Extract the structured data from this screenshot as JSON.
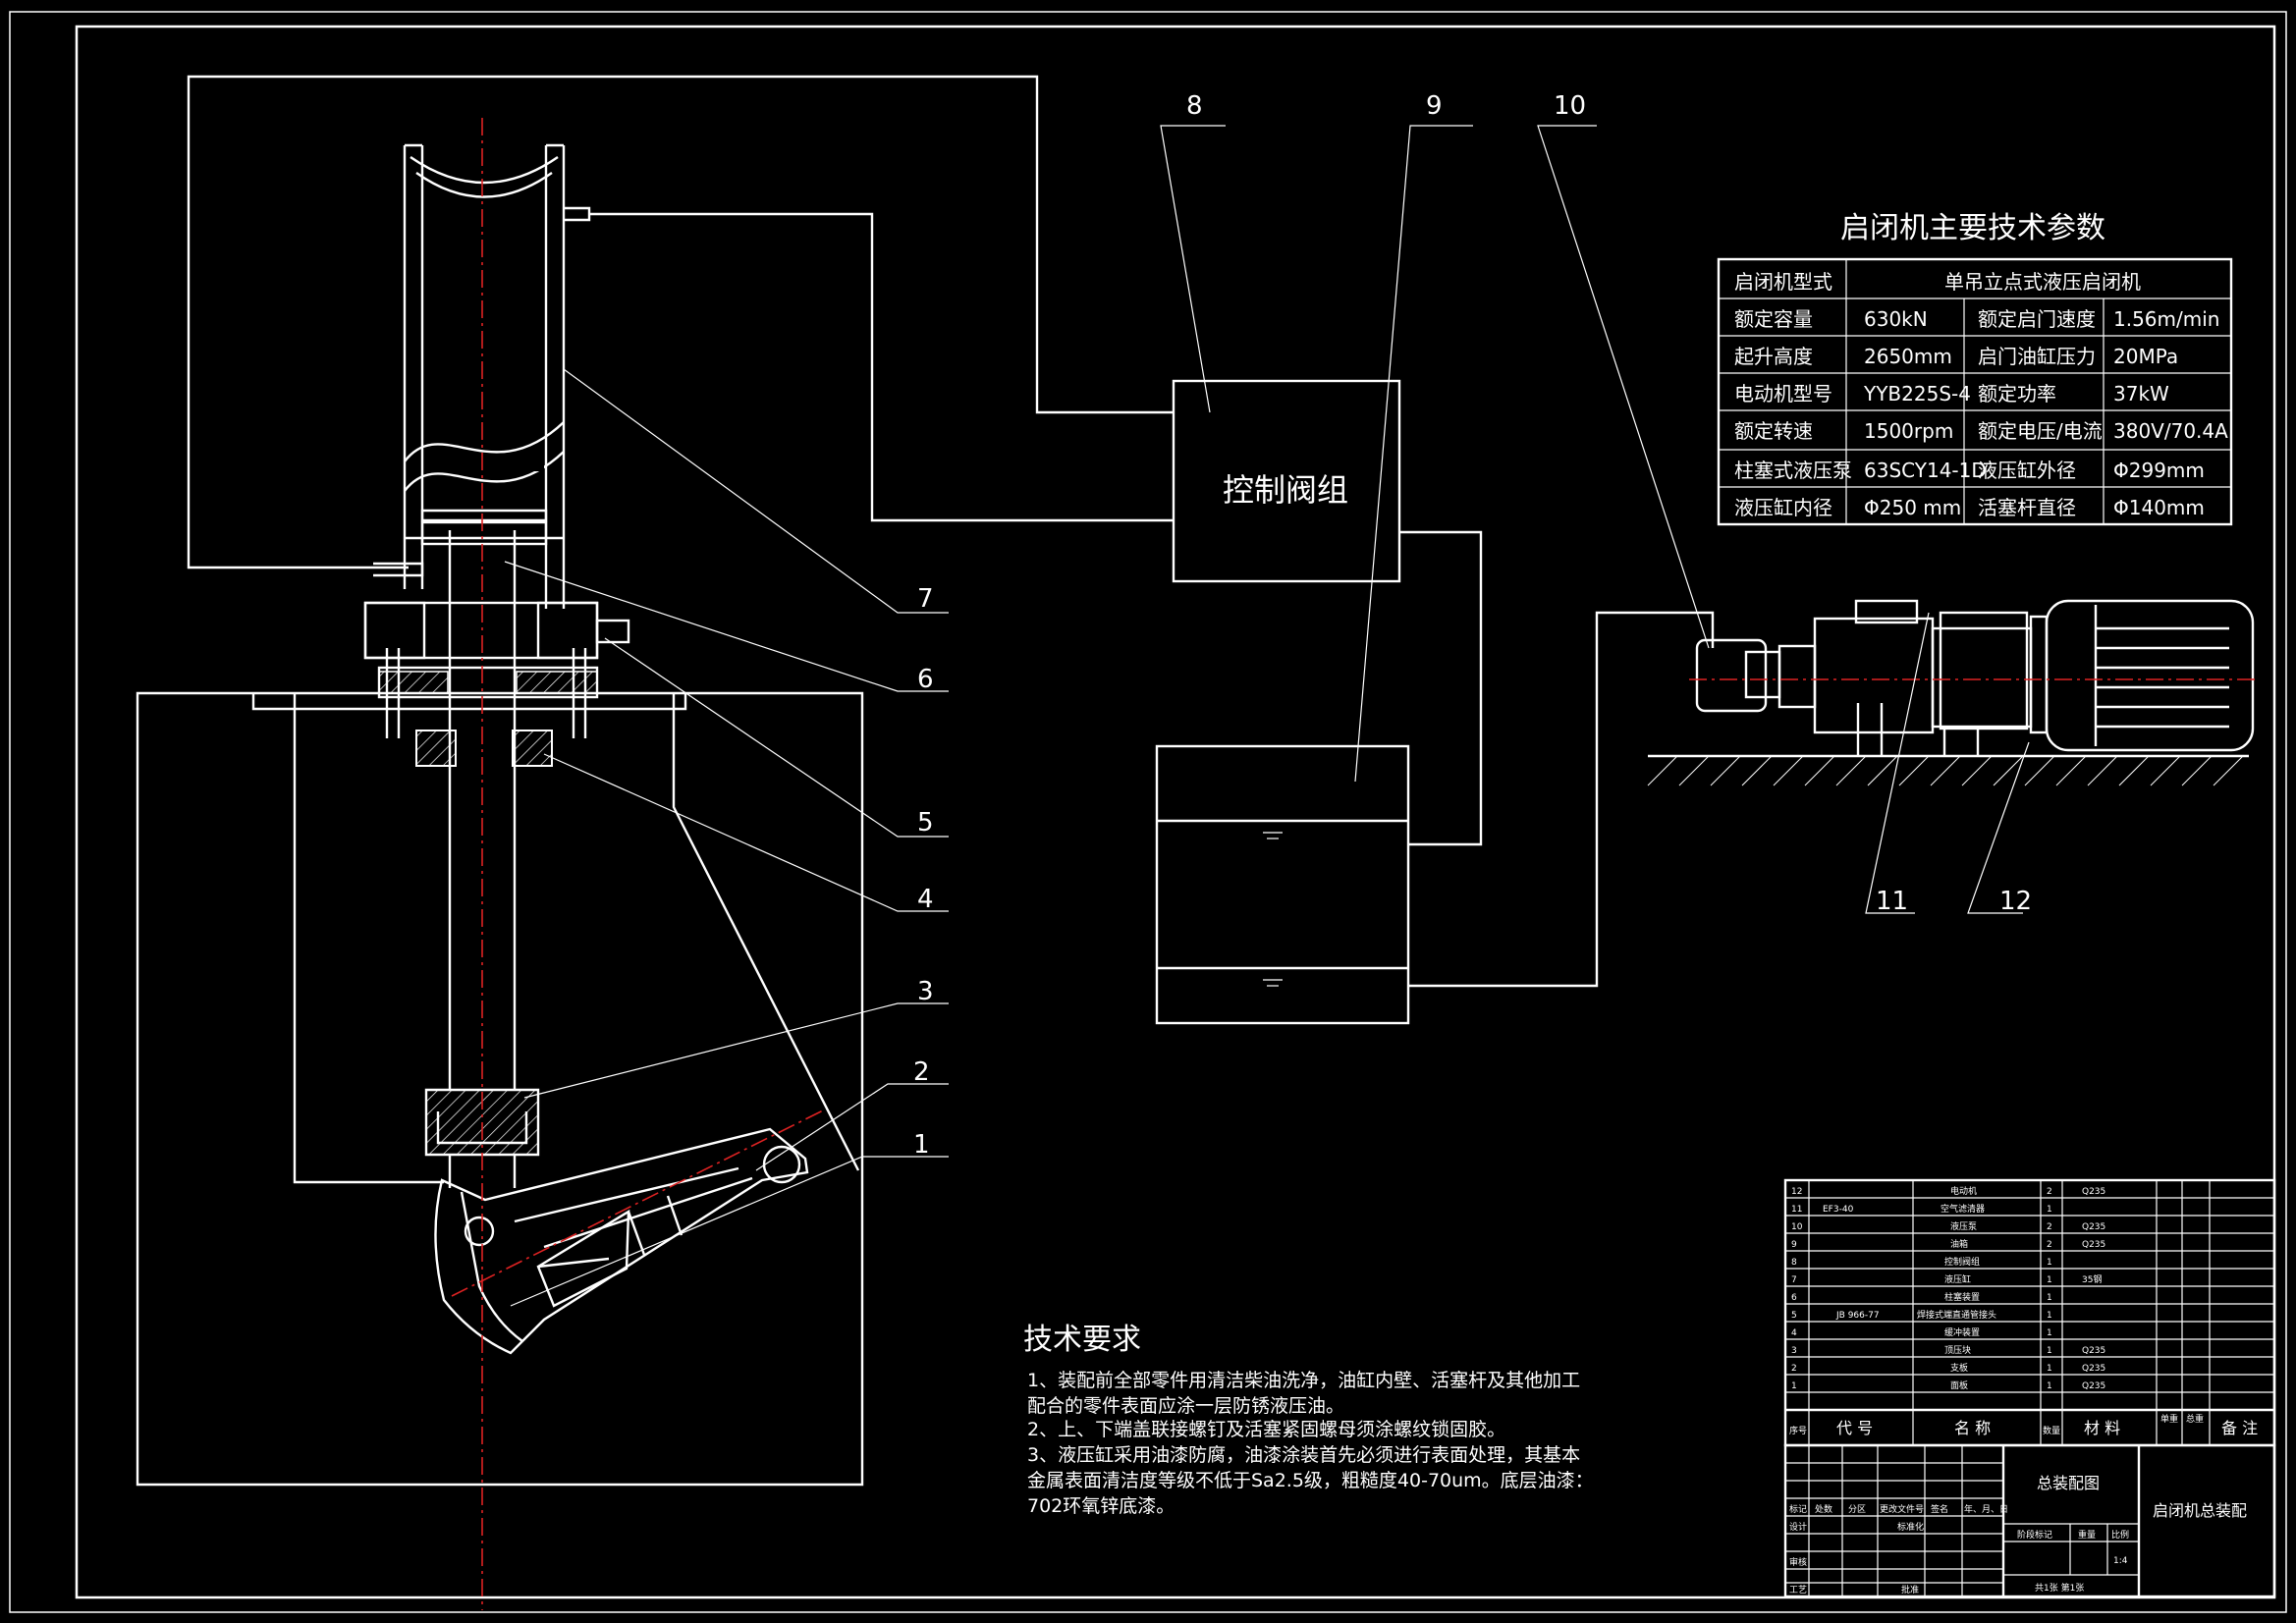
{
  "colors": {
    "background": "#000000",
    "lines": "#ffffff",
    "centerline": "#dd2222"
  },
  "drawing": {
    "part_labels": [
      "1",
      "2",
      "3",
      "4",
      "5",
      "6",
      "7",
      "8",
      "9",
      "10",
      "11",
      "12"
    ],
    "control_valve_label": "控制阀组"
  },
  "param_table": {
    "title": "启闭机主要技术参数",
    "type_label": "启闭机型式",
    "type_value": "单吊立点式液压启闭机",
    "rows": [
      [
        "额定容量",
        "630kN",
        "额定启门速度",
        "1.56m/min"
      ],
      [
        "起升高度",
        "2650mm",
        "启门油缸压力",
        "20MPa"
      ],
      [
        "电动机型号",
        "YYB225S-4",
        "额定功率",
        "37kW"
      ],
      [
        "额定转速",
        "1500rpm",
        "额定电压/电流",
        "380V/70.4A"
      ],
      [
        "柱塞式液压泵",
        "63SCY14-1D",
        "液压缸外径",
        "Φ299mm"
      ],
      [
        "液压缸内径",
        "Φ250 mm",
        "活塞杆直径",
        "Φ140mm"
      ]
    ]
  },
  "requirements": {
    "title": "技术要求",
    "lines": [
      "1、装配前全部零件用清洁柴油洗净，油缸内壁、活塞杆及其他加工",
      "配合的零件表面应涂一层防锈液压油。",
      "2、上、下端盖联接螺钉及活塞紧固螺母须涂螺纹锁固胶。",
      "3、液压缸采用油漆防腐，油漆涂装首先必须进行表面处理，其基本",
      "金属表面清洁度等级不低于Sa2.5级，粗糙度40-70um。底层油漆：",
      "702环氧锌底漆。"
    ]
  },
  "bom": {
    "rows": [
      [
        "12",
        "",
        "电动机",
        "2",
        "Q235"
      ],
      [
        "11",
        "EF3-40",
        "空气滤清器",
        "1",
        ""
      ],
      [
        "10",
        "",
        "液压泵",
        "2",
        "Q235"
      ],
      [
        "9",
        "",
        "油箱",
        "2",
        "Q235"
      ],
      [
        "8",
        "",
        "控制阀组",
        "1",
        ""
      ],
      [
        "7",
        "",
        "液压缸",
        "1",
        "35钢"
      ],
      [
        "6",
        "",
        "柱塞装置",
        "1",
        ""
      ],
      [
        "5",
        "JB 966-77",
        "焊接式端直通管接头",
        "1",
        ""
      ],
      [
        "4",
        "",
        "缓冲装置",
        "1",
        ""
      ],
      [
        "3",
        "",
        "顶压块",
        "1",
        "Q235"
      ],
      [
        "2",
        "",
        "支板",
        "1",
        "Q235"
      ],
      [
        "1",
        "",
        "面板",
        "1",
        "Q235"
      ]
    ],
    "header": {
      "seq": "序号",
      "code": "代 号",
      "name": "名 称",
      "qty": "数量",
      "material": "材 料",
      "unit_weight": "单重",
      "total_weight": "总重",
      "remark": "备 注"
    }
  },
  "title_block": {
    "drawing_name": "总装配图",
    "project": "启闭机总装配",
    "stage": "阶段标记",
    "weight": "重量",
    "scale_label": "比例",
    "scale": "1:4",
    "sheets": "共1张  第1张",
    "labels": [
      "标记",
      "处数",
      "分区",
      "更改文件号",
      "签名",
      "年、月、日",
      "设计",
      "标准化",
      "审核",
      "工艺",
      "批准"
    ]
  }
}
